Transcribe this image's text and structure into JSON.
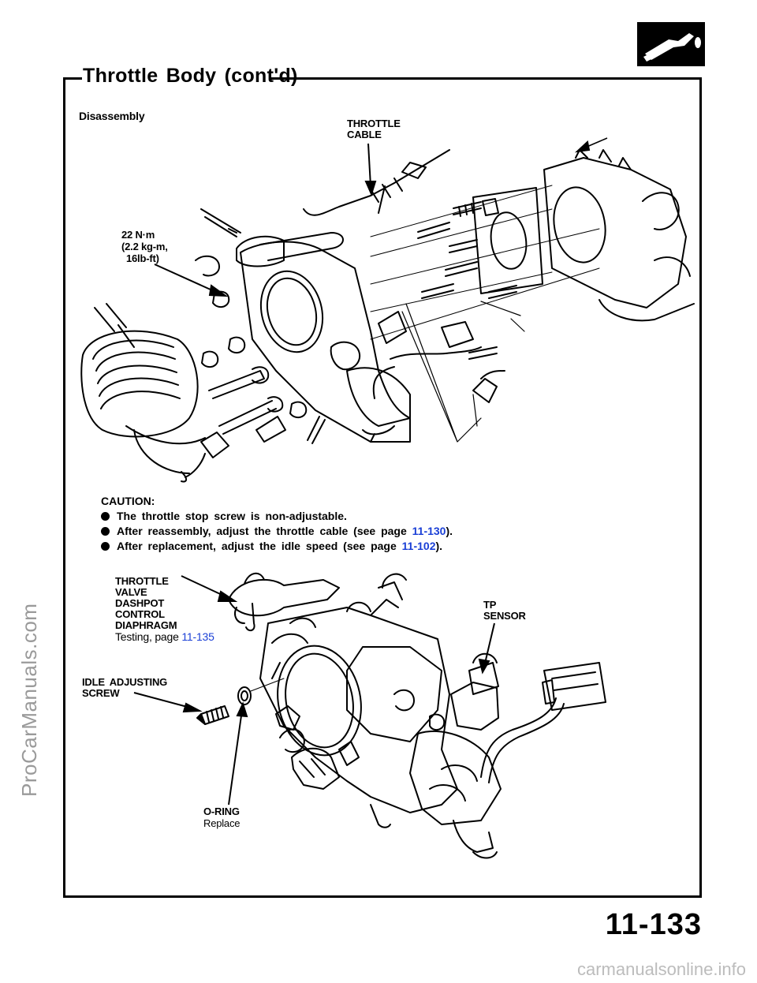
{
  "watermarks": {
    "side": "ProCarManuals.com",
    "bottom": "carmanualsonline.info"
  },
  "header": {
    "title": "Throttle Body (cont'd)"
  },
  "section_label": "Disassembly",
  "labels": {
    "throttle_cable": [
      "THROTTLE",
      "CABLE"
    ],
    "torque": [
      "22 N·m",
      "(2.2 kg-m,",
      "16lb-ft)"
    ],
    "throttle_valve": [
      "THROTTLE",
      "VALVE",
      "DASHPOT",
      "CONTROL",
      "DIAPHRAGM"
    ],
    "throttle_valve_note": "Testing, page ",
    "throttle_valve_page": "11-135",
    "tp_sensor": [
      "TP",
      "SENSOR"
    ],
    "idle_screw": [
      "IDLE ADJUSTING",
      "SCREW"
    ],
    "o_ring": "O-RING",
    "o_ring_note": "Replace"
  },
  "caution": {
    "heading": "CAUTION:",
    "items": [
      {
        "text": "The throttle stop screw is non-adjustable.",
        "page": "",
        "tail": ""
      },
      {
        "text": "After reassembly, adjust the throttle cable (see page ",
        "page": "11-130",
        "tail": ")."
      },
      {
        "text": "After replacement, adjust the idle speed (see page ",
        "page": "11-102",
        "tail": ")."
      }
    ]
  },
  "page_number": "11-133",
  "colors": {
    "link": "#1a3fd6",
    "ink": "#000000"
  },
  "icons": {
    "section": "fuel-nozzle-icon"
  }
}
